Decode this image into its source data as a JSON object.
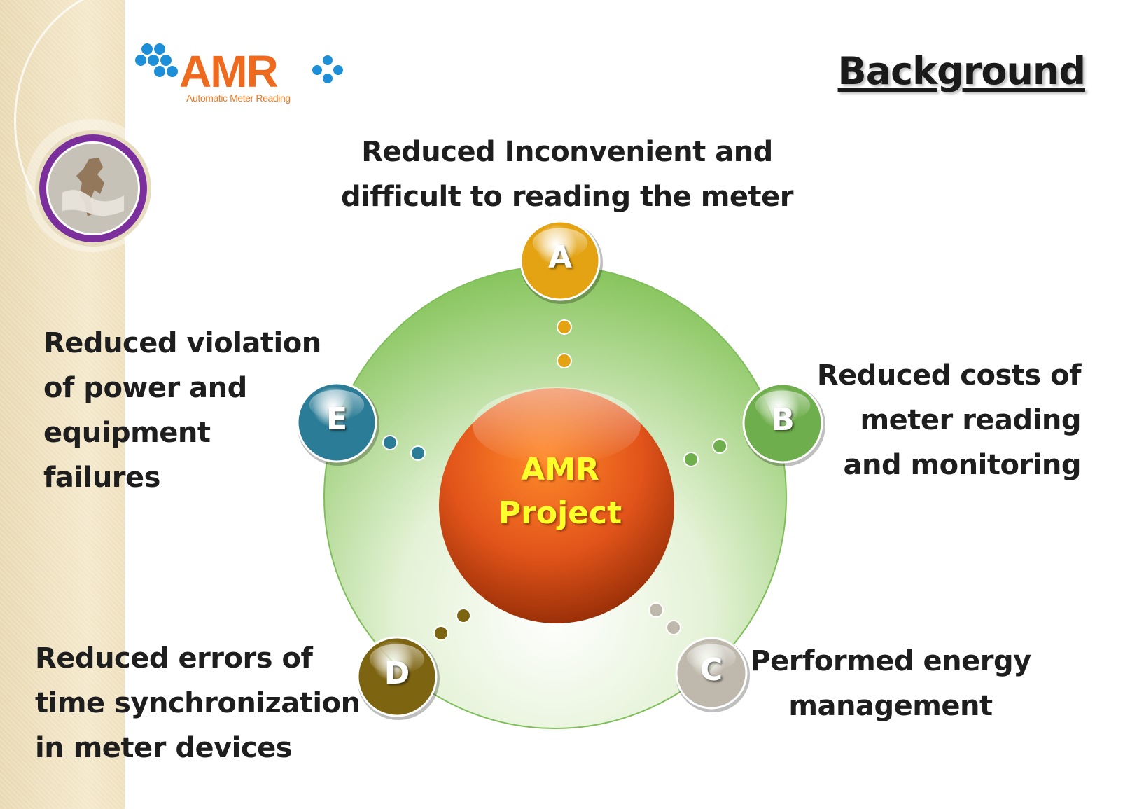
{
  "slide": {
    "title": "Background",
    "logo": {
      "text": "AMR",
      "subtitle": "Automatic Meter Reading"
    },
    "center": {
      "line1": "AMR",
      "line2": "Project"
    },
    "colors": {
      "ring": "#9fd07a",
      "center": "#e2541a",
      "a": "#e3a312",
      "b": "#6fae4c",
      "c": "#bfb8ac",
      "d": "#7d6410",
      "e": "#2b7c96",
      "center_text": "#ffff2a",
      "seal": "#7a2f9d",
      "logo_orange": "#ee6a1f",
      "logo_blue": "#1d8fd8"
    },
    "nodes": [
      {
        "id": "a",
        "letter": "A",
        "lines": [
          "Reduced Inconvenient and",
          "difficult to reading the meter"
        ]
      },
      {
        "id": "b",
        "letter": "B",
        "lines": [
          "Reduced costs of",
          "meter reading",
          "and monitoring"
        ]
      },
      {
        "id": "c",
        "letter": "C",
        "lines": [
          "Performed energy",
          "management"
        ]
      },
      {
        "id": "d",
        "letter": "D",
        "lines": [
          "Reduced errors of",
          "time synchronization",
          "in meter devices"
        ]
      },
      {
        "id": "e",
        "letter": "E",
        "lines": [
          "Reduced violation",
          "of power and",
          "equipment",
          "failures"
        ]
      }
    ]
  }
}
